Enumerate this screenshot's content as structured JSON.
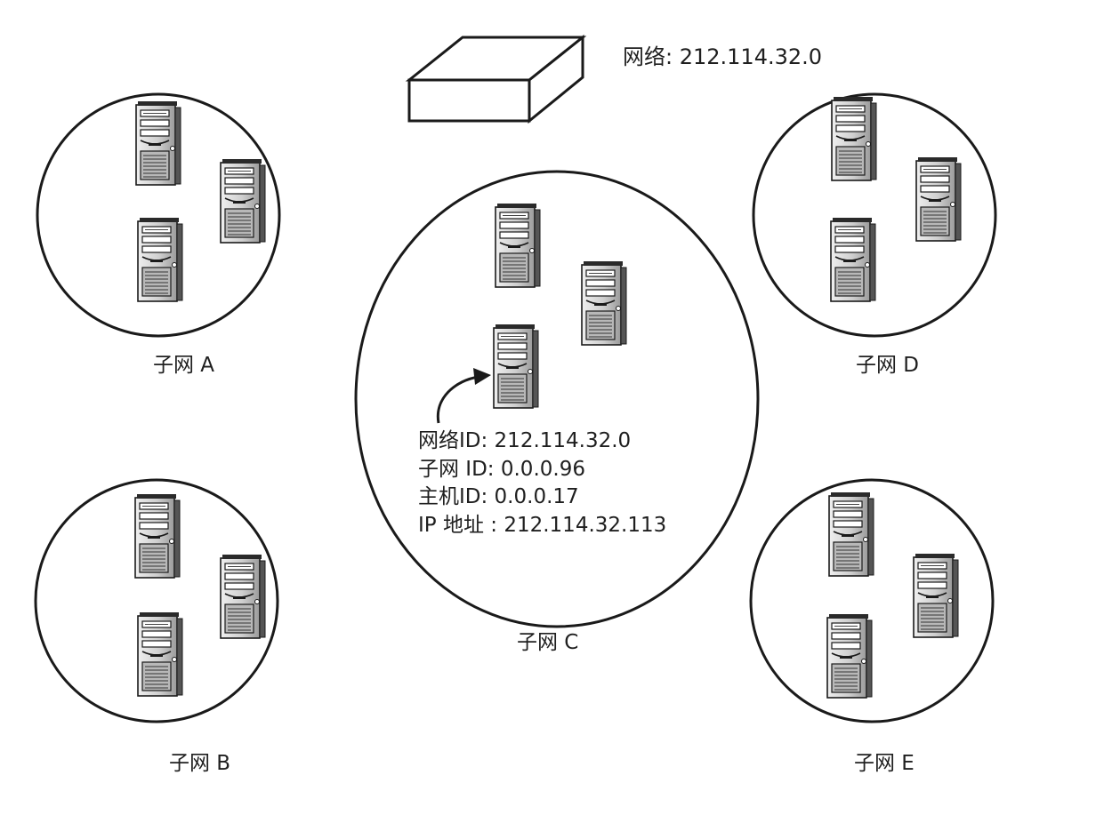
{
  "network": {
    "label": "网络: 212.114.32.0"
  },
  "subnets": [
    {
      "id": "A",
      "label": "子网 A"
    },
    {
      "id": "B",
      "label": "子网 B"
    },
    {
      "id": "C",
      "label": "子网 C"
    },
    {
      "id": "D",
      "label": "子网 D"
    },
    {
      "id": "E",
      "label": "子网 E"
    }
  ],
  "host_info": {
    "network_id": "网络ID: 212.114.32.0",
    "subnet_id": "子网 ID: 0.0.0.96",
    "host_id": "主机ID: 0.0.0.17",
    "ip_address": "IP 地址 : 212.114.32.113"
  },
  "colors": {
    "line": "#1a1a1a",
    "server_body": "#d6d6d6",
    "server_shadow": "#8a8a8a",
    "background": "#ffffff"
  },
  "icons": {
    "router": "router-box-icon",
    "server": "tower-server-icon",
    "arrow": "curved-arrow-icon"
  }
}
